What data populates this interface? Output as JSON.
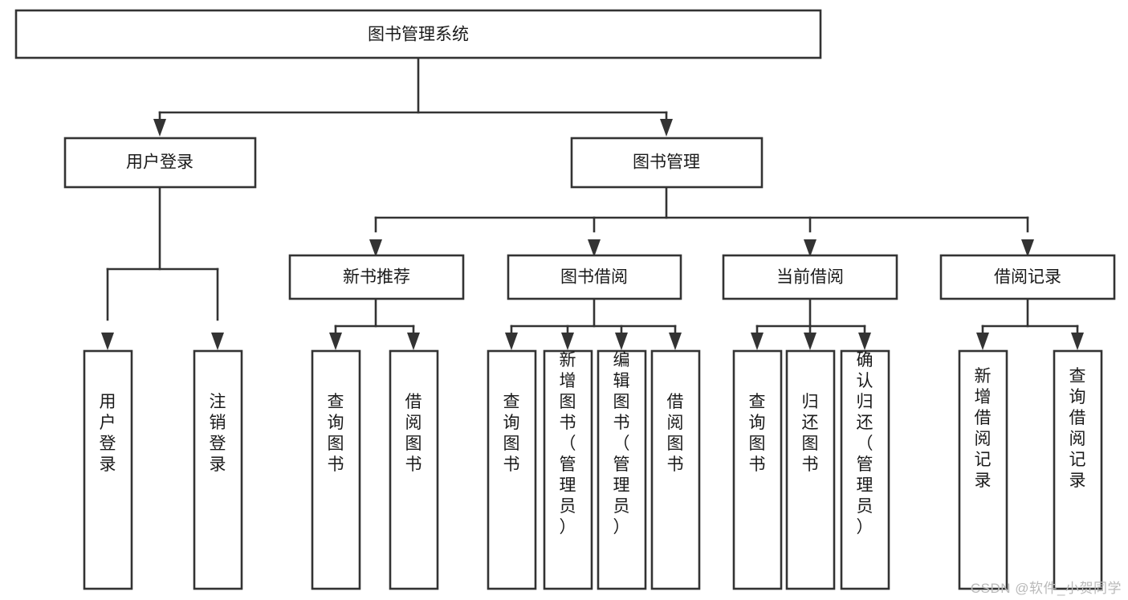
{
  "diagram": {
    "type": "tree-hierarchy",
    "title": "图书管理系统",
    "watermark": "CSDN @软件_小贺同学",
    "colors": {
      "stroke": "#333333",
      "box_fill": "#ffffff",
      "text": "#1a1a1a",
      "background": "#ffffff",
      "watermark": "#b9b9b9"
    },
    "root": {
      "label": "图书管理系统"
    },
    "level1": [
      {
        "label": "用户登录"
      },
      {
        "label": "图书管理"
      }
    ],
    "level2": [
      {
        "label": "新书推荐"
      },
      {
        "label": "图书借阅"
      },
      {
        "label": "当前借阅"
      },
      {
        "label": "借阅记录"
      }
    ],
    "leaves": {
      "user_login": [
        {
          "label": "用户登录"
        },
        {
          "label": "注销登录"
        }
      ],
      "new_book_recommend": [
        {
          "label": "查询图书"
        },
        {
          "label": "借阅图书"
        }
      ],
      "book_borrow": [
        {
          "label": "查询图书"
        },
        {
          "label": "新增图书（管理员）"
        },
        {
          "label": "编辑图书（管理员）"
        },
        {
          "label": "借阅图书"
        }
      ],
      "current_borrow": [
        {
          "label": "查询图书"
        },
        {
          "label": "归还图书"
        },
        {
          "label": "确认归还（管理员）"
        }
      ],
      "borrow_record": [
        {
          "label": "新增借阅记录"
        },
        {
          "label": "查询借阅记录"
        }
      ]
    }
  }
}
